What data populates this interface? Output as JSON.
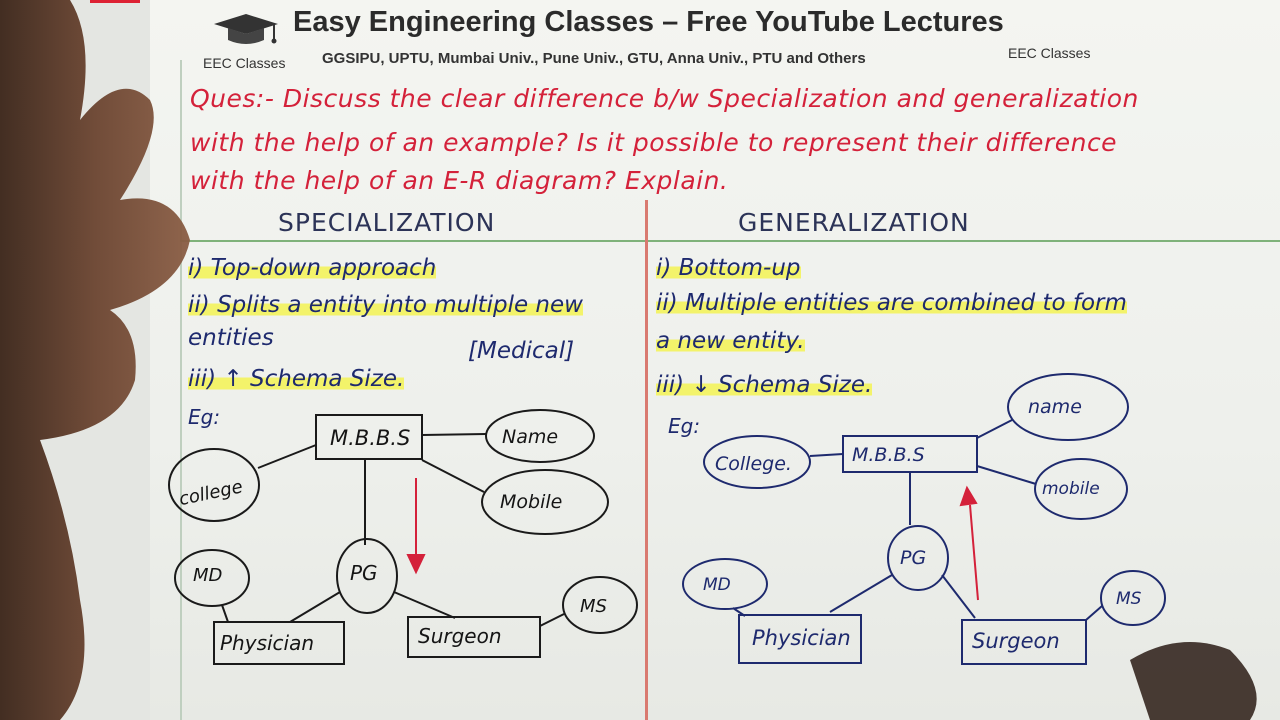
{
  "header": {
    "title": "Easy Engineering Classes – Free YouTube Lectures",
    "subtitle": "GGSIPU, UPTU, Mumbai Univ., Pune Univ., GTU, Anna Univ., PTU and Others",
    "brand_left": "EEC Classes",
    "brand_right": "EEC Classes"
  },
  "question": {
    "line1": "Ques:- Discuss the clear difference b/w Specialization and generalization",
    "line2": "with the help of an example? Is it possible to represent their difference",
    "line3": "with the help of an E-R diagram? Explain."
  },
  "specialization": {
    "heading": "SPECIALIZATION",
    "points": [
      "i) Top-down approach",
      "ii) Splits a entity into multiple new",
      "entities",
      "iii) ↑ Schema Size."
    ],
    "note": "[Medical]",
    "eg": "Eg:",
    "diagram": {
      "entity": "M.B.B.S",
      "attributes": [
        "college",
        "Name",
        "Mobile"
      ],
      "sub": "PG",
      "children": [
        "Physician",
        "Surgeon"
      ],
      "child_attrs": [
        "MD",
        "MS"
      ]
    }
  },
  "generalization": {
    "heading": "GENERALIZATION",
    "points": [
      "i) Bottom-up",
      "ii) Multiple entities are combined to form",
      "a new entity.",
      "iii) ↓ Schema Size."
    ],
    "eg": "Eg:",
    "diagram": {
      "entity": "M.B.B.S",
      "attributes": [
        "College.",
        "name",
        "mobile"
      ],
      "sub": "PG",
      "children": [
        "Physician",
        "Surgeon"
      ],
      "child_attrs": [
        "MD",
        "MS"
      ]
    }
  }
}
